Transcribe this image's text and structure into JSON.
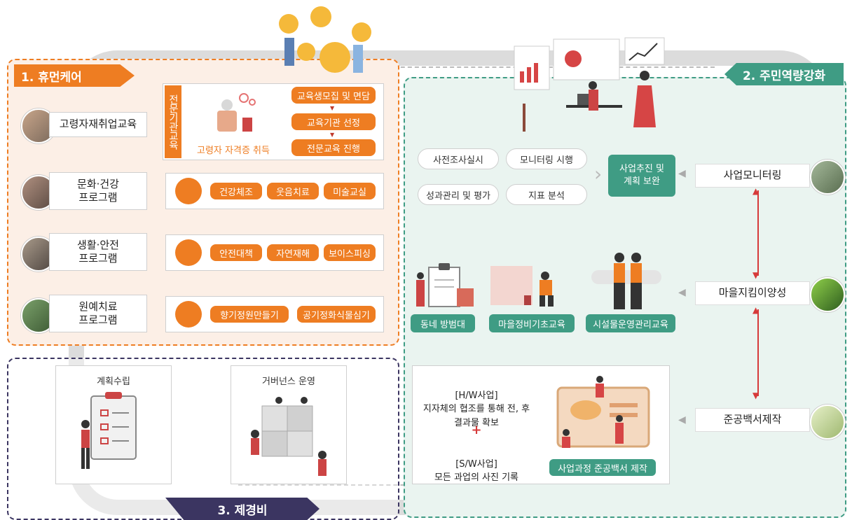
{
  "sections": {
    "human_care": "1. 휴먼케어",
    "resident_capacity": "2. 주민역량강화",
    "budget": "3. 제경비"
  },
  "human_care": {
    "row1": {
      "label": "고령자재취업교육",
      "vertical_label": "전문기관교육",
      "caption": "고령자 자격증 취득",
      "steps": [
        "교육생모집 및 면담",
        "교육기관 선정",
        "전문교육 진행"
      ]
    },
    "row2": {
      "label": "문화·건강\n프로그램",
      "items": [
        "건강체조",
        "웃음치료",
        "미술교실"
      ]
    },
    "row3": {
      "label": "생활·안전\n프로그램",
      "items": [
        "안전대책",
        "자연재해",
        "보이스피싱"
      ]
    },
    "row4": {
      "label": "원예치료\n프로그램",
      "items": [
        "향기정원만들기",
        "공기정화식물심기"
      ]
    }
  },
  "budget": {
    "planning": "계획수립",
    "governance": "거버넌스 운영"
  },
  "resident": {
    "cycle": [
      "사전조사실시",
      "모니터링 시행",
      "성과관리 및 평가",
      "지표 분석"
    ],
    "improve": "사업추진 및\n계획 보완",
    "monitoring": "사업모니터링",
    "village_guard": "마을지킴이양성",
    "guard_items": [
      "동네 방범대",
      "마을정비기초교육",
      "시설물운영관리교육"
    ],
    "whitepaper": "준공백서제작",
    "hw": "[H/W사업]\n지자체의 협조를 통해 전, 후\n결과물 확보",
    "plus": "+",
    "sw": "[S/W사업]\n모든 과업의 사진 기록",
    "whitepaper_caption": "사업과정 준공백서 제작"
  },
  "colors": {
    "orange": "#ee7d22",
    "green": "#3f9c84",
    "navy": "#3b3561",
    "track": "#dcdcdc"
  }
}
